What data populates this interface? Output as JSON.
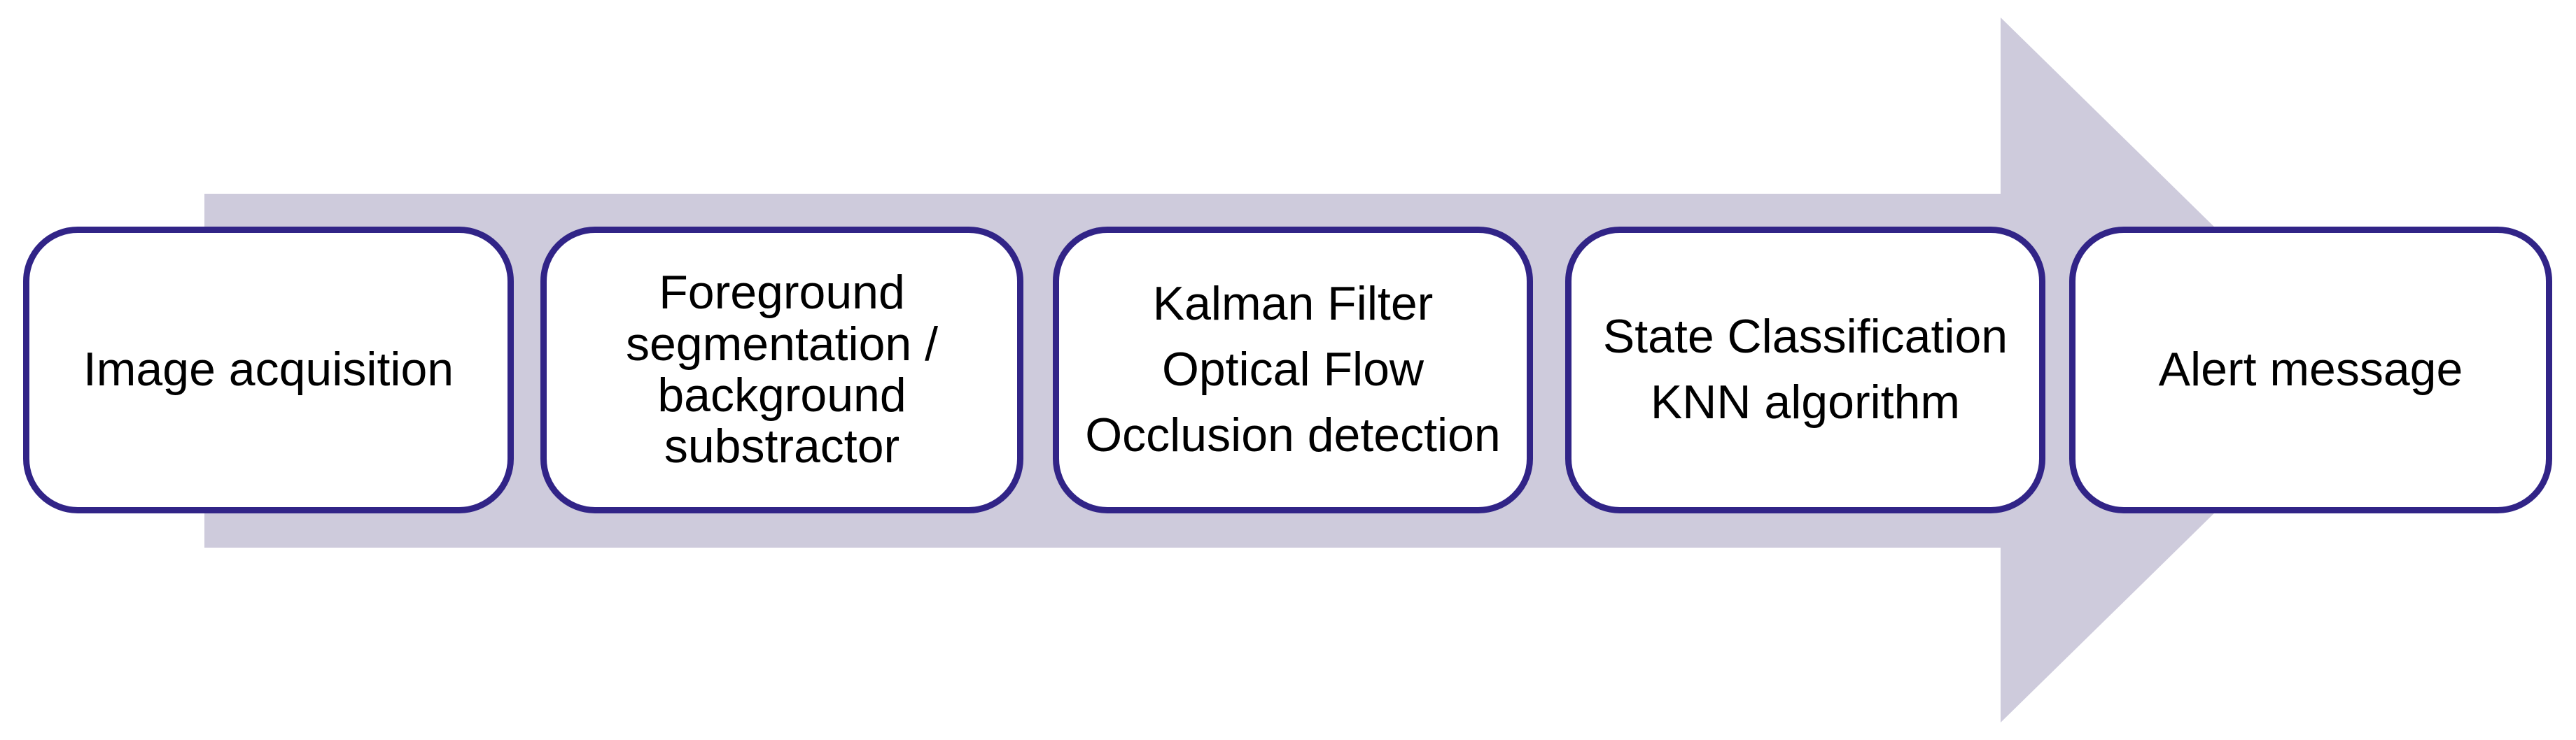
{
  "diagram": {
    "arrow": {
      "direction": "right"
    },
    "colors": {
      "background": "#ffffff",
      "arrow_fill": "#cecbdc",
      "box_fill": "#ffffff",
      "box_border": "#312487",
      "text": "#000000"
    },
    "steps": [
      {
        "lines": [
          "Image acquisition"
        ]
      },
      {
        "lines": [
          "Foreground segmentation / background substractor"
        ]
      },
      {
        "lines": [
          "Kalman Filter",
          "Optical Flow",
          "Occlusion detection"
        ]
      },
      {
        "lines": [
          "State Classification",
          "KNN algorithm"
        ]
      },
      {
        "lines": [
          "Alert message"
        ]
      }
    ]
  }
}
